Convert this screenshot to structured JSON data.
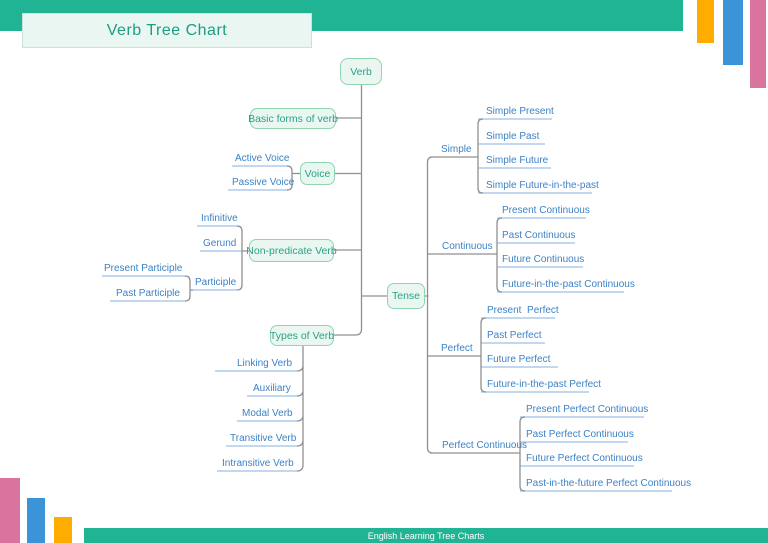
{
  "title": "Verb Tree Chart",
  "footer": "English Learning Tree Charts",
  "colors": {
    "teal": "#20B394",
    "orange": "#FFAC00",
    "blue_bar": "#3B94D8",
    "pink": "#D9749E",
    "node_fill": "#EAF7F1",
    "node_border": "#8FD4B3",
    "node_text": "#2AA188",
    "leaf_text": "#3C82C5",
    "leaf_underline": "#9DC0E8",
    "connector": "#909090"
  },
  "tree": {
    "root": "Verb",
    "basic_forms": "Basic forms of verb",
    "voice": {
      "label": "Voice",
      "children": [
        "Active Voice",
        "Passive Voice"
      ]
    },
    "non_predicate": {
      "label": "Non-predicate Verb",
      "children": [
        "Infinitive",
        "Gerund",
        "Participle"
      ],
      "participle_children": [
        "Present Participle",
        "Past Participle"
      ]
    },
    "types": {
      "label": "Types of Verb",
      "children": [
        "Linking Verb",
        "Auxiliary",
        "Modal Verb",
        "Transitive Verb",
        "Intransitive Verb"
      ]
    },
    "tense": {
      "label": "Tense",
      "groups": [
        {
          "label": "Simple",
          "children": [
            "Simple Present",
            "Simple Past",
            "Simple Future",
            "Simple Future-in-the-past"
          ]
        },
        {
          "label": "Continuous",
          "children": [
            "Present Continuous",
            "Past Continuous",
            "Future Continuous",
            "Future-in-the-past Continuous"
          ]
        },
        {
          "label": "Perfect",
          "children": [
            "Present  Perfect",
            "Past Perfect",
            "Future Perfect",
            "Future-in-the-past Perfect"
          ]
        },
        {
          "label": "Perfect Continuous",
          "children": [
            "Present Perfect Continuous",
            "Past Perfect Continuous",
            "Future Perfect Continuous",
            "Past-in-the-future Perfect Continuous"
          ]
        }
      ]
    }
  }
}
